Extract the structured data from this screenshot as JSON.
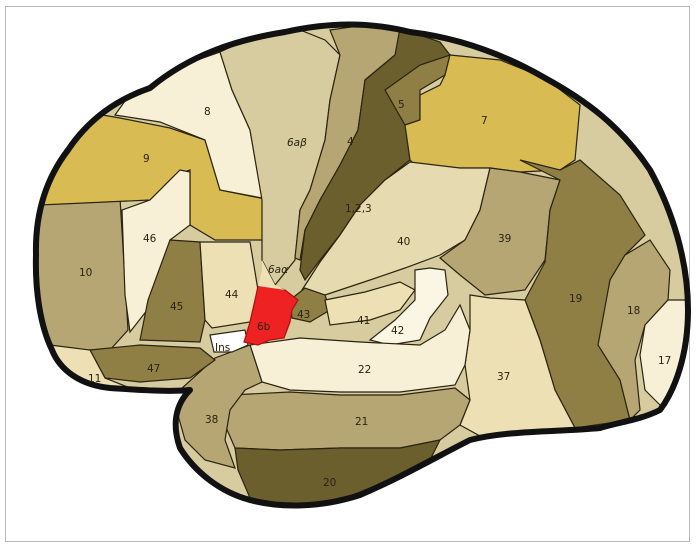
{
  "labels": {
    "a8": "8",
    "a9": "9",
    "a46": "46",
    "a10": "10",
    "a45": "45",
    "a44": "44",
    "a11": "11",
    "a47": "47",
    "ins": "Ins",
    "a6b": "6b",
    "a6abeta": "6aβ",
    "a6aalpha": "6aα",
    "a4": "4",
    "a123": "1,2,3",
    "a5": "5",
    "a7": "7",
    "a40": "40",
    "a39": "39",
    "a43": "43",
    "a41": "41",
    "a42": "42",
    "a22": "22",
    "a37": "37",
    "a19": "19",
    "a18": "18",
    "a17": "17",
    "a38": "38",
    "a21": "21",
    "a20": "20"
  },
  "colors": {
    "highlight": "#ee2222",
    "outline": "#111111",
    "lightest": "#f7f0d6",
    "light": "#ece0b4",
    "tan": "#d7cba0",
    "mid": "#b6a673",
    "olive": "#8f7f44",
    "dark": "#6b5f2e",
    "gold": "#d8bb52"
  }
}
